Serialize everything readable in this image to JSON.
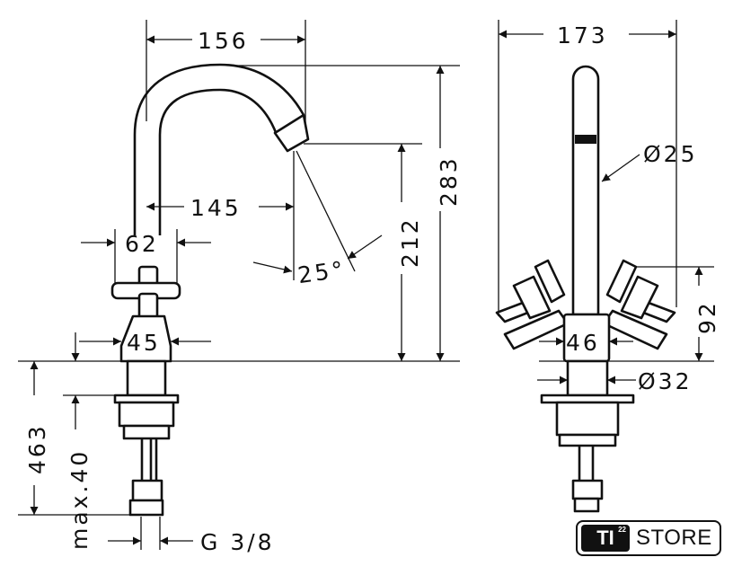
{
  "dimensions": {
    "spout_reach": "156",
    "spout_to_base": "145",
    "total_height": "283",
    "spout_height": "212",
    "spout_angle": "25°",
    "body_width": "62",
    "body_base_width": "45",
    "side_width": "173",
    "spout_diameter": "Ø25",
    "handle_height": "92",
    "body_side_width": "46",
    "base_diameter": "Ø32",
    "hose_length": "463",
    "max_thickness": "max.40",
    "thread": "G 3/8"
  },
  "badge": {
    "mark": "TI",
    "superscript": "22",
    "label": "STORE"
  }
}
